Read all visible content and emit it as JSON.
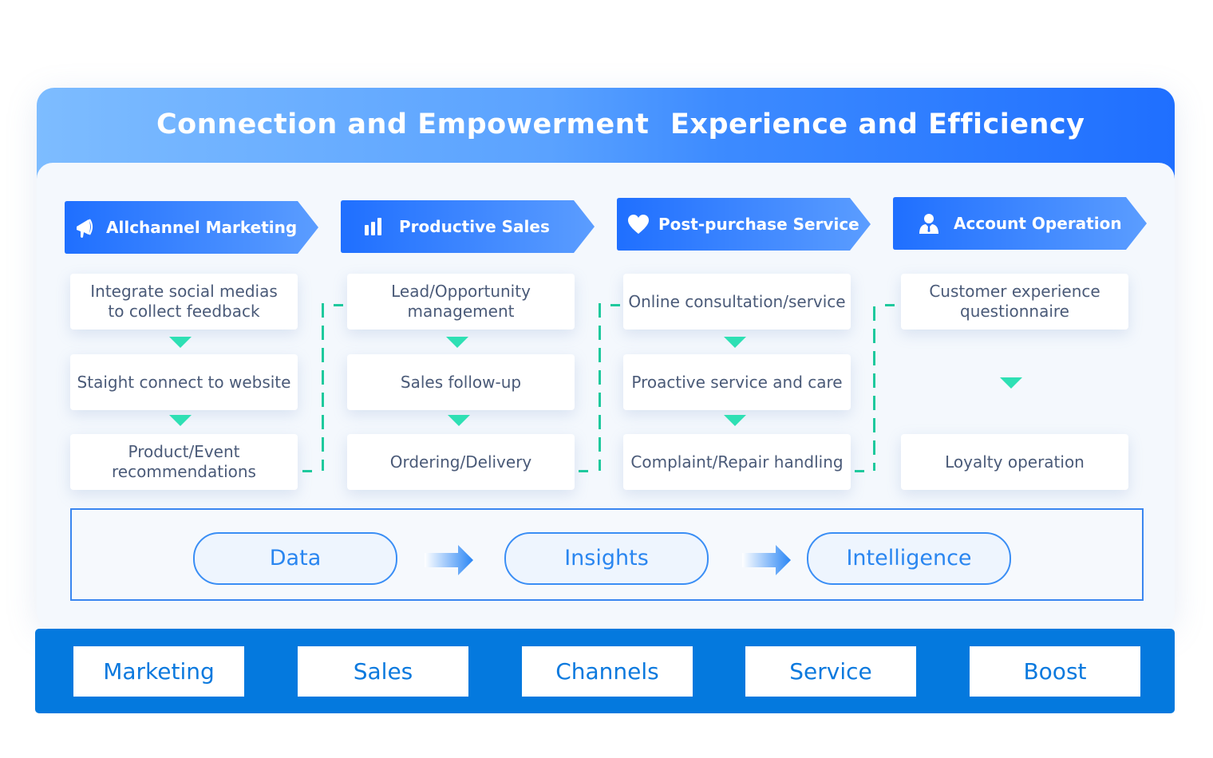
{
  "banner": {
    "left_title": "Connection and Empowerment",
    "right_title": "Experience and Efficiency"
  },
  "stages": [
    {
      "title": "Allchannel Marketing",
      "icon": "megaphone-icon",
      "steps": [
        "Integrate social medias\nto collect feedback",
        "Staight connect to website",
        "Product/Event\nrecommendations"
      ]
    },
    {
      "title": "Productive Sales",
      "icon": "bar-chart-icon",
      "steps": [
        "Lead/Opportunity\nmanagement",
        "Sales follow-up",
        "Ordering/Delivery"
      ]
    },
    {
      "title": "Post-purchase Service",
      "icon": "heart-icon",
      "steps": [
        "Online consultation/service",
        "Proactive service and care",
        "Complaint/Repair handling"
      ]
    },
    {
      "title": "Account Operation",
      "icon": "user-icon",
      "steps": [
        "Customer experience\nquestionnaire",
        "Loyalty operation"
      ]
    }
  ],
  "flow": {
    "items": [
      "Data",
      "Insights",
      "Intelligence"
    ]
  },
  "modules": [
    "Marketing",
    "Sales",
    "Channels",
    "Service",
    "Boost"
  ],
  "colors": {
    "primary_blue": "#1f6fff",
    "light_blue": "#7dbcff",
    "bottom_bar": "#0479de",
    "accent_green": "#2ee0b4",
    "card_text": "#4a5a78",
    "flow_blue": "#2a86f0"
  }
}
